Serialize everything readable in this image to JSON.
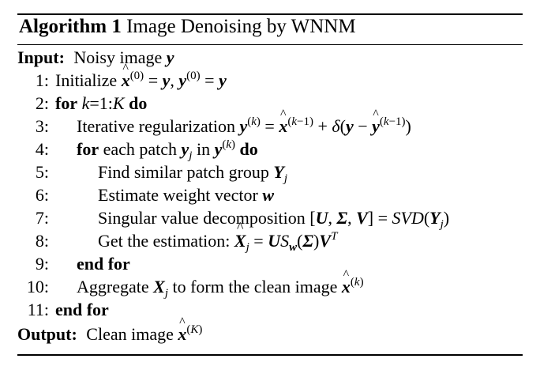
{
  "algorithm": {
    "title_label": "Algorithm 1",
    "title_text": "Image Denoising by WNNM",
    "input_label": "Input:",
    "input_text": "Noisy image",
    "input_var": "y",
    "output_label": "Output:",
    "output_text": "Clean image",
    "lines": [
      {
        "n": "1:"
      },
      {
        "n": "2:"
      },
      {
        "n": "3:"
      },
      {
        "n": "4:"
      },
      {
        "n": "5:"
      },
      {
        "n": "6:"
      },
      {
        "n": "7:"
      },
      {
        "n": "8:"
      },
      {
        "n": "9:"
      },
      {
        "n": "10:"
      },
      {
        "n": "11:"
      }
    ],
    "text": {
      "initialize": "Initialize",
      "for": "for",
      "loop_range_k": "k",
      "loop_range_eq": "=1:",
      "loop_range_K": "K",
      "do": "do",
      "iter_reg": "Iterative regularization",
      "each_patch": "each patch",
      "in": "in",
      "find_similar": "Find similar patch group",
      "estimate_weight": "Estimate weight vector",
      "svd": "Singular value decomposition",
      "get_est": "Get the estimation:",
      "end_for": "end for",
      "aggregate": "Aggregate",
      "aggregate_rest": "to form the clean image"
    }
  }
}
